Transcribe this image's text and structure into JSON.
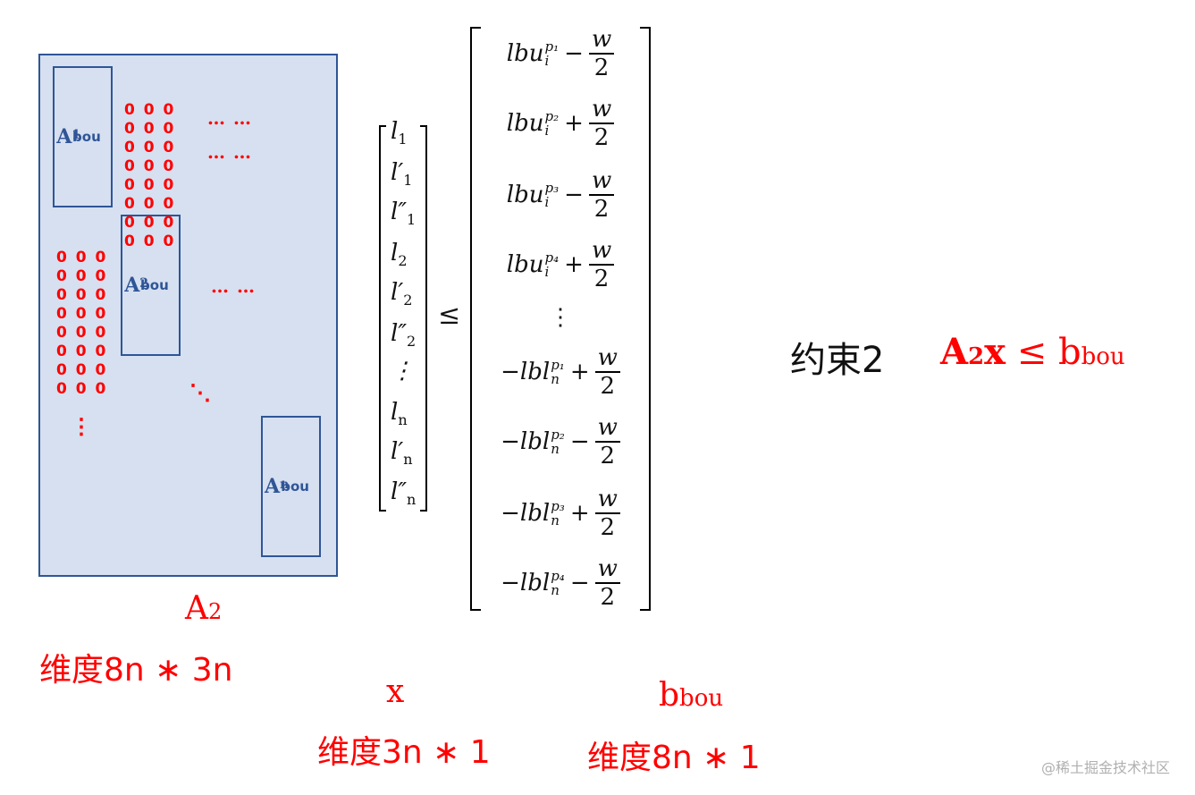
{
  "matrix": {
    "block1": {
      "base": "A",
      "sup": "1",
      "sub": "bou"
    },
    "block2": {
      "base": "A",
      "sup": "2",
      "sub": "bou"
    },
    "block3": {
      "base": "A",
      "sup": "n",
      "sub": "bou"
    },
    "zero_row": "0 0 0",
    "hdots": "… …",
    "vdots": "⋮",
    "ddots": "⋱"
  },
  "x_vector": {
    "items": [
      {
        "base": "l",
        "prime": "",
        "sub": "1"
      },
      {
        "base": "l",
        "prime": "′",
        "sub": "1"
      },
      {
        "base": "l",
        "prime": "″",
        "sub": "1"
      },
      {
        "base": "l",
        "prime": "",
        "sub": "2"
      },
      {
        "base": "l",
        "prime": "′",
        "sub": "2"
      },
      {
        "base": "l",
        "prime": "″",
        "sub": "2"
      },
      {
        "base": "⋮",
        "prime": "",
        "sub": ""
      },
      {
        "base": "l",
        "prime": "",
        "sub": "n"
      },
      {
        "base": "l",
        "prime": "′",
        "sub": "n"
      },
      {
        "base": "l",
        "prime": "″",
        "sub": "n"
      }
    ]
  },
  "leq": "≤",
  "b_vector": {
    "rows": [
      {
        "base": "lbu",
        "sup": "p₁",
        "sub": "i",
        "op": "−",
        "num": "w",
        "den": "2"
      },
      {
        "base": "lbu",
        "sup": "p₂",
        "sub": "i",
        "op": "+",
        "num": "w",
        "den": "2"
      },
      {
        "base": "lbu",
        "sup": "p₃",
        "sub": "i",
        "op": "−",
        "num": "w",
        "den": "2"
      },
      {
        "base": "lbu",
        "sup": "p₄",
        "sub": "i",
        "op": "+",
        "num": "w",
        "den": "2"
      },
      {
        "base": "−lbl",
        "sup": "p₁",
        "sub": "n",
        "op": "+",
        "num": "w",
        "den": "2"
      },
      {
        "base": "−lbl",
        "sup": "p₂",
        "sub": "n",
        "op": "−",
        "num": "w",
        "den": "2"
      },
      {
        "base": "−lbl",
        "sup": "p₃",
        "sub": "n",
        "op": "+",
        "num": "w",
        "den": "2"
      },
      {
        "base": "−lbl",
        "sup": "p₄",
        "sub": "n",
        "op": "−",
        "num": "w",
        "den": "2"
      }
    ],
    "vdots": "⋮"
  },
  "constraint": {
    "label": "约束2",
    "formula_A": "A",
    "formula_A_sub": "2",
    "formula_x": "x",
    "formula_leq": "≤",
    "formula_b": "b",
    "formula_b_sub": "bou"
  },
  "labels": {
    "A2_name": "A",
    "A2_sub": "2",
    "A2_dim": "维度8n ∗ 3n",
    "x_name": "x",
    "x_dim": "维度3n ∗ 1",
    "b_name": "b",
    "b_sub": "bou",
    "b_dim": "维度8n ∗ 1"
  },
  "watermark": "@稀土掘金技术社区",
  "colors": {
    "accent": "#ff0000",
    "block_border": "#2f5597",
    "block_fill": "#d6e0f0"
  }
}
